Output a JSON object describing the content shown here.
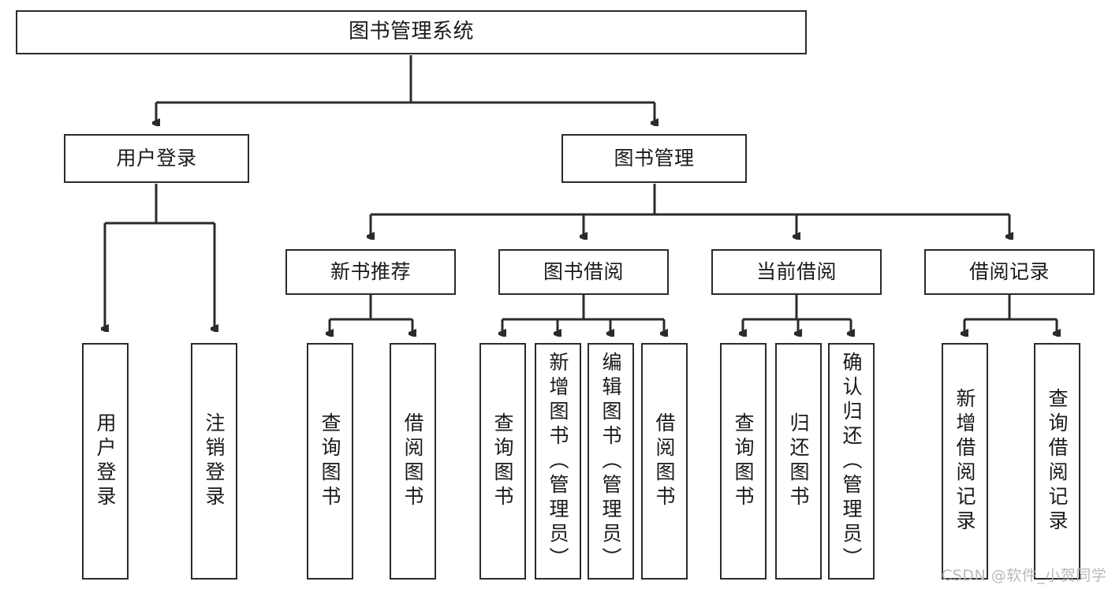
{
  "diagram": {
    "title": "图书管理系统",
    "type": "tree-hierarchy-chart",
    "root": {
      "id": "root",
      "label": "图书管理系统"
    },
    "level2": [
      {
        "id": "user-login",
        "label": "用户登录"
      },
      {
        "id": "book-manage",
        "label": "图书管理"
      }
    ],
    "level3": [
      {
        "id": "new-book-recommend",
        "label": "新书推荐"
      },
      {
        "id": "book-borrow",
        "label": "图书借阅"
      },
      {
        "id": "current-borrow",
        "label": "当前借阅"
      },
      {
        "id": "borrow-record",
        "label": "借阅记录"
      }
    ],
    "leaves": [
      {
        "id": "leaf-user-login",
        "label": "用户登录"
      },
      {
        "id": "leaf-user-logout",
        "label": "注销登录"
      },
      {
        "id": "leaf-query-book-1",
        "label": "查询图书"
      },
      {
        "id": "leaf-borrow-book-1",
        "label": "借阅图书"
      },
      {
        "id": "leaf-query-book-2",
        "label": "查询图书"
      },
      {
        "id": "leaf-add-book",
        "label": "新增图书（管理员）"
      },
      {
        "id": "leaf-edit-book",
        "label": "编辑图书（管理员）"
      },
      {
        "id": "leaf-borrow-book-2",
        "label": "借阅图书"
      },
      {
        "id": "leaf-query-book-3",
        "label": "查询图书"
      },
      {
        "id": "leaf-return-book",
        "label": "归还图书"
      },
      {
        "id": "leaf-confirm-return",
        "label": "确认归还（管理员）"
      },
      {
        "id": "leaf-add-record",
        "label": "新增借阅记录"
      },
      {
        "id": "leaf-query-record",
        "label": "查询借阅记录"
      }
    ]
  },
  "watermark": {
    "text": "CSDN @软件_小贺同学"
  },
  "colors": {
    "stroke": "#2b2b2b",
    "background": "#ffffff",
    "text": "#1a1a1a",
    "watermark": "#b9b9b9"
  }
}
